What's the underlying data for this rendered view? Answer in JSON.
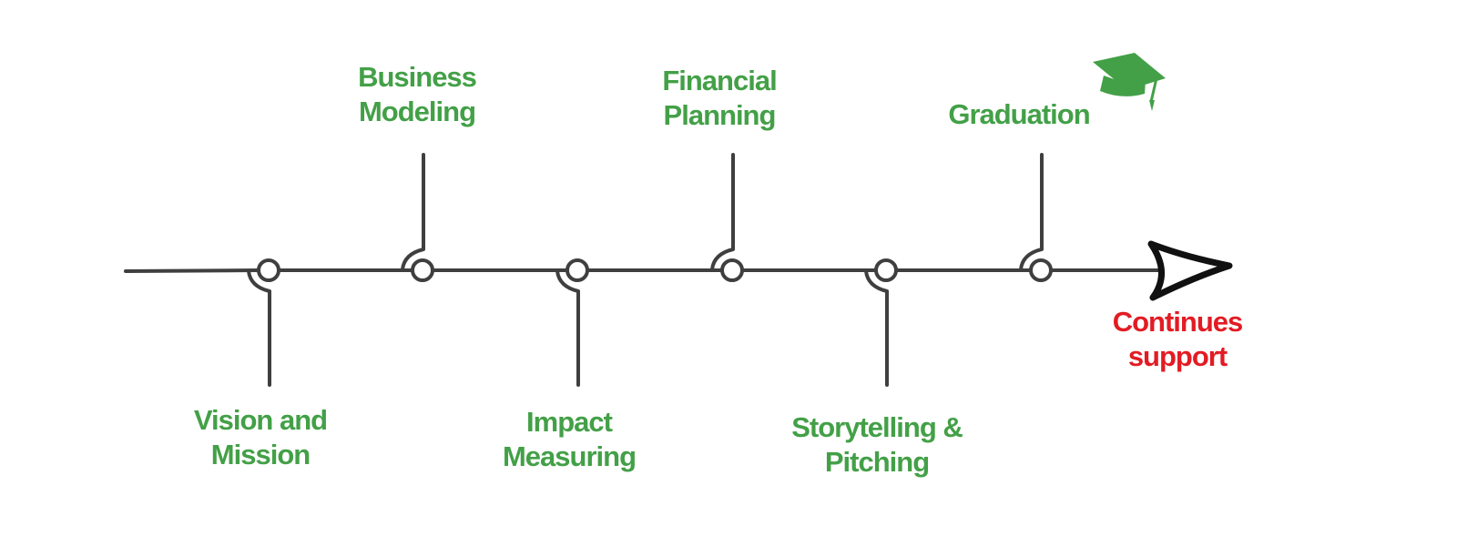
{
  "colors": {
    "stage_text": "#43a047",
    "end_text": "#e31b23",
    "line": "#3f3f3f",
    "arrow": "#111111",
    "cap_icon": "#43a047"
  },
  "stages": [
    {
      "lines": [
        "Vision and",
        "Mission"
      ],
      "side": "below"
    },
    {
      "lines": [
        "Business",
        "Modeling"
      ],
      "side": "above"
    },
    {
      "lines": [
        "Impact",
        "Measuring"
      ],
      "side": "below"
    },
    {
      "lines": [
        "Financial",
        "Planning"
      ],
      "side": "above"
    },
    {
      "lines": [
        "Storytelling &",
        "Pitching"
      ],
      "side": "below"
    },
    {
      "lines": [
        "Graduation"
      ],
      "side": "above",
      "icon": "graduation-cap-icon"
    }
  ],
  "end": {
    "lines": [
      "Continues",
      "support"
    ],
    "icon": "arrow-head-icon"
  }
}
